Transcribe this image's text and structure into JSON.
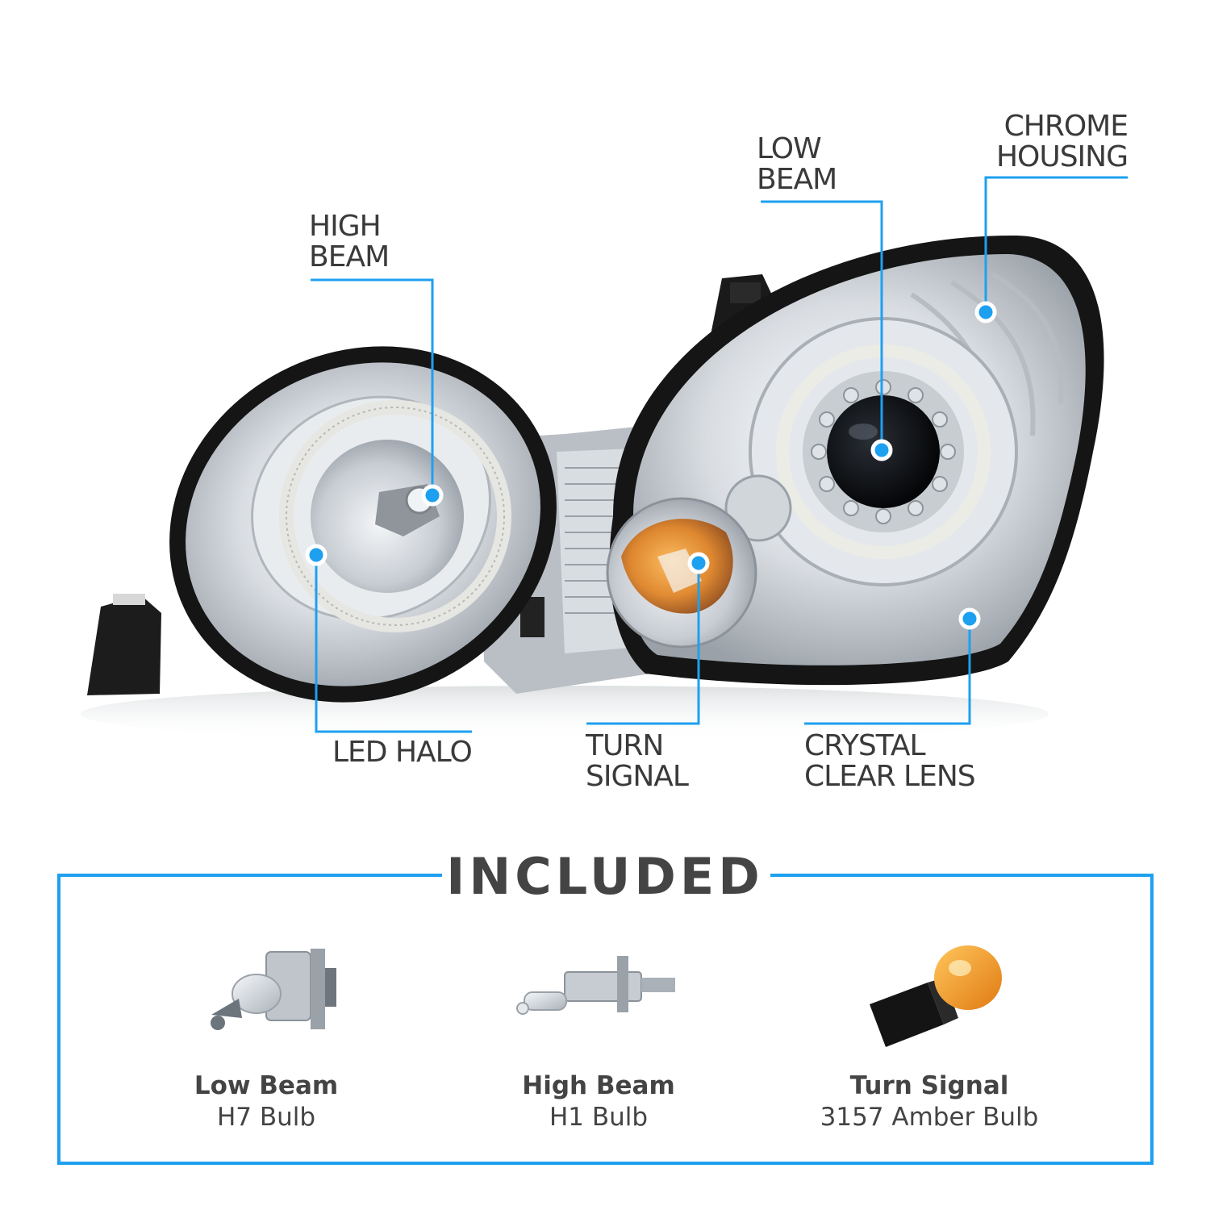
{
  "colors": {
    "accent": "#1ea0f0",
    "text": "#3a3a3a",
    "housing": "#1d1d1d",
    "chrome": "#cfd3d8",
    "amber": "#e07a12"
  },
  "callouts": {
    "high_beam": [
      "HIGH",
      "BEAM"
    ],
    "low_beam": [
      "LOW",
      "BEAM"
    ],
    "chrome_housing": [
      "CHROME",
      "HOUSING"
    ],
    "led_halo": [
      "LED HALO"
    ],
    "turn_signal": [
      "TURN",
      "SIGNAL"
    ],
    "crystal_lens": [
      "CRYSTAL",
      "CLEAR LENS"
    ]
  },
  "included": {
    "title": "INCLUDED",
    "bulbs": [
      {
        "name": "Low Beam",
        "spec": "H7 Bulb",
        "icon": "h7-bulb-icon"
      },
      {
        "name": "High Beam",
        "spec": "H1 Bulb",
        "icon": "h1-bulb-icon"
      },
      {
        "name": "Turn Signal",
        "spec": "3157 Amber Bulb",
        "icon": "3157-amber-bulb-icon"
      }
    ]
  }
}
